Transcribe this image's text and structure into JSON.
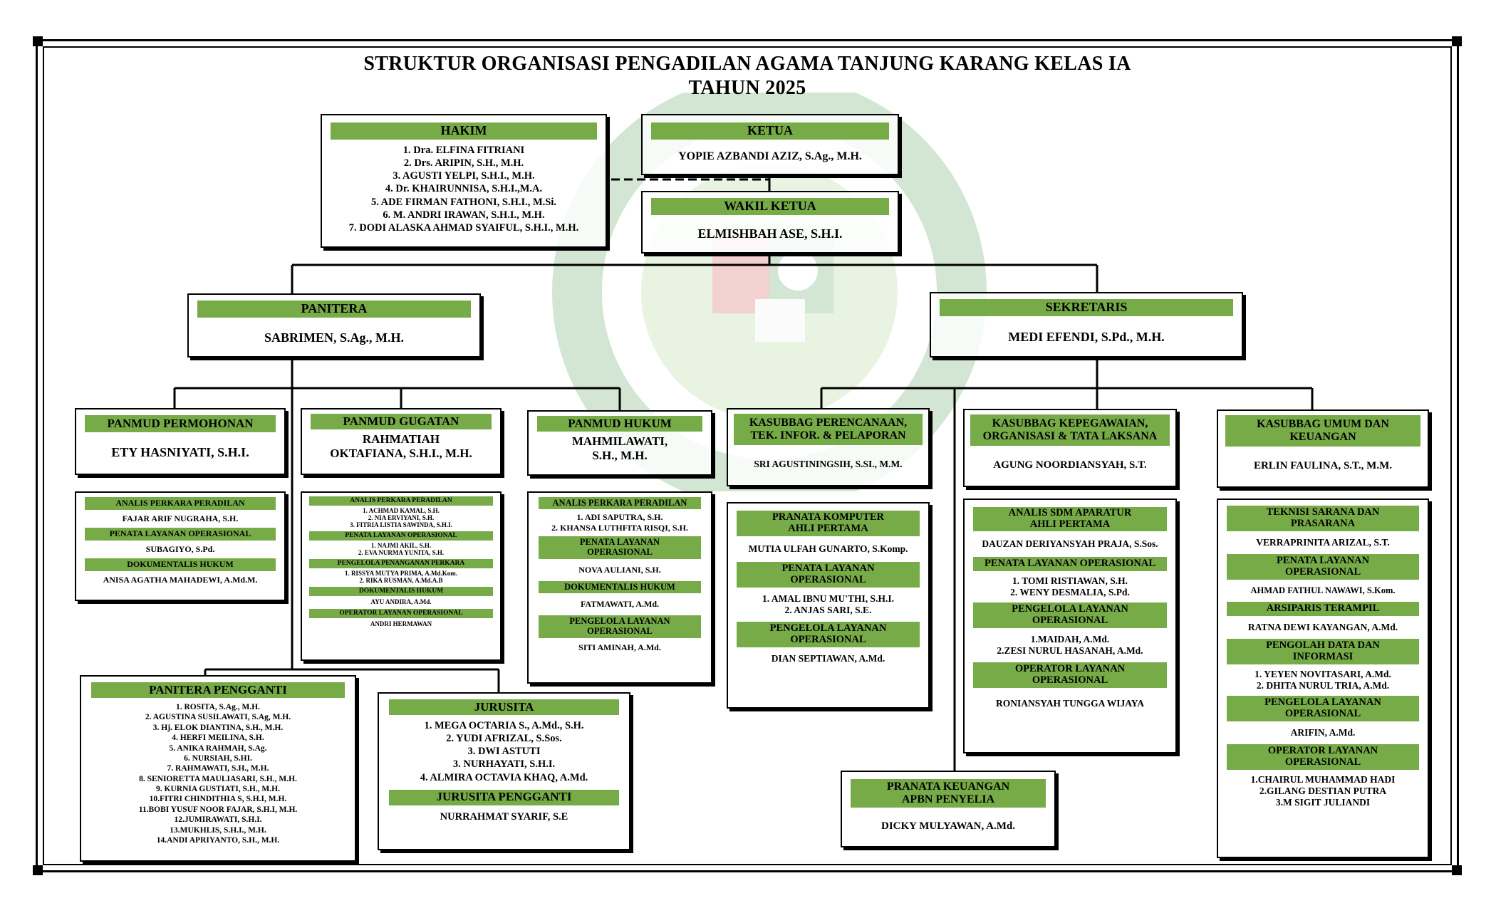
{
  "title": {
    "line1": "STRUKTUR ORGANISASI PENGADILAN AGAMA TANJUNG KARANG KELAS IA",
    "line2": "TAHUN 2025"
  },
  "colors": {
    "header_green": "#76ab48",
    "border": "#000000"
  },
  "hakim": {
    "header": "HAKIM",
    "members": [
      "1. Dra. ELFINA FITRIANI",
      "2. Drs. ARIPIN, S.H., M.H.",
      "3. AGUSTI YELPI, S.H.I., M.H.",
      "4. Dr. KHAIRUNNISA, S.H.I.,M.A.",
      "5. ADE FIRMAN FATHONI, S.H.I., M.Si.",
      "6. M. ANDRI IRAWAN, S.H.I., M.H.",
      "7. DODI ALASKA AHMAD SYAIFUL, S.H.I., M.H."
    ]
  },
  "ketua": {
    "header": "KETUA",
    "name": "YOPIE AZBANDI AZIZ, S.Ag., M.H."
  },
  "wakil_ketua": {
    "header": "WAKIL KETUA",
    "name": "ELMISHBAH ASE, S.H.I."
  },
  "panitera": {
    "header": "PANITERA",
    "name": "SABRIMEN, S.Ag., M.H."
  },
  "sekretaris": {
    "header": "SEKRETARIS",
    "name": "MEDI EFENDI, S.Pd., M.H."
  },
  "panmud_permohonan": {
    "header": "PANMUD PERMOHONAN",
    "name": "ETY HASNIYATI, S.H.I.",
    "staff": [
      {
        "label": "ANALIS PERKARA PERADILAN",
        "members": [
          "FAJAR ARIF NUGRAHA, S.H."
        ]
      },
      {
        "label": "PENATA LAYANAN OPERASIONAL",
        "members": [
          "SUBAGIYO, S.Pd."
        ]
      },
      {
        "label": "DOKUMENTALIS HUKUM",
        "members": [
          "ANISA AGATHA MAHADEWI, A.Md.M."
        ]
      }
    ]
  },
  "panmud_gugatan": {
    "header": "PANMUD GUGATAN",
    "name_line1": "RAHMATIAH",
    "name_line2": "OKTAFIANA, S.H.I., M.H.",
    "staff": [
      {
        "label": "ANALIS PERKARA PERADILAN",
        "members": [
          "1. ACHMAD KAMAL, S.H.",
          "2. NIA ERVIYANI, S.H.",
          "3. FITRIA LISTIA SAWINDA, S.H.I."
        ]
      },
      {
        "label": "PENATA LAYANAN OPERASIONAL",
        "members": [
          "1. NAJMI AKIL, S.H.",
          "2. EVA NURMA YUNITA, S.H."
        ]
      },
      {
        "label": "PENGELOLA PENANGANAN PERKARA",
        "members": [
          "1. RISSYA MUTYA PRIMA, A.Md.Kom.",
          "2. RIKA RUSMAN, A.Md.A.B"
        ]
      },
      {
        "label": "DOKUMENTALIS HUKUM",
        "members": [
          "AYU ANDIRA, A.Md."
        ]
      },
      {
        "label": "OPERATOR LAYANAN OPERASIONAL",
        "members": [
          "ANDRI HERMAWAN"
        ]
      }
    ]
  },
  "panmud_hukum": {
    "header": "PANMUD HUKUM",
    "name_line1": "MAHMILAWATI,",
    "name_line2": "S.H., M.H.",
    "staff": [
      {
        "label": "ANALIS PERKARA PERADILAN",
        "members": [
          "1. ADI SAPUTRA, S.H.",
          "2. KHANSA LUTHFITA RISQI, S.H."
        ]
      },
      {
        "label": "PENATA LAYANAN\nOPERASIONAL",
        "members": [
          "NOVA AULIANI, S.H."
        ]
      },
      {
        "label": "DOKUMENTALIS HUKUM",
        "members": [
          "FATMAWATI, A.Md."
        ]
      },
      {
        "label": "PENGELOLA LAYANAN\nOPERASIONAL",
        "members": [
          "SITI AMINAH, A.Md."
        ]
      }
    ]
  },
  "kasubbag_perencanaan": {
    "header": "KASUBBAG PERENCANAAN,\nTEK. INFOR. & PELAPORAN",
    "name": "SRI AGUSTININGSIH, S.SI., M.M.",
    "staff": [
      {
        "label": "PRANATA KOMPUTER\nAHLI PERTAMA",
        "members": [
          "MUTIA ULFAH GUNARTO, S.Komp."
        ]
      },
      {
        "label": "PENATA LAYANAN\nOPERASIONAL",
        "members": [
          "1.  AMAL IBNU MU'THI, S.H.I.",
          "2.  ANJAS SARI, S.E."
        ]
      },
      {
        "label": "PENGELOLA LAYANAN\nOPERASIONAL",
        "members": [
          "DIAN SEPTIAWAN, A.Md."
        ]
      }
    ]
  },
  "kasubbag_kepegawaian": {
    "header": "KASUBBAG KEPEGAWAIAN,\nORGANISASI & TATA LAKSANA",
    "name": "AGUNG NOORDIANSYAH, S.T.",
    "staff": [
      {
        "label": "ANALIS SDM APARATUR\nAHLI PERTAMA",
        "members": [
          "DAUZAN DERIYANSYAH PRAJA, S.Sos."
        ]
      },
      {
        "label": "PENATA LAYANAN OPERASIONAL",
        "members": [
          "1. TOMI RISTIAWAN, S.H.",
          "2. WENY DESMALIA, S.Pd."
        ]
      },
      {
        "label": "PENGELOLA LAYANAN\nOPERASIONAL",
        "members": [
          "1.MAIDAH, A.Md.",
          "2.ZESI NURUL HASANAH, A.Md."
        ]
      },
      {
        "label": "OPERATOR LAYANAN\nOPERASIONAL",
        "members": [
          "RONIANSYAH TUNGGA WIJAYA"
        ]
      }
    ]
  },
  "kasubbag_umum": {
    "header": "KASUBBAG UMUM DAN\nKEUANGAN",
    "name": "ERLIN FAULINA, S.T., M.M.",
    "staff": [
      {
        "label": "TEKNISI SARANA DAN\nPRASARANA",
        "members": [
          "VERRAPRINITA ARIZAL, S.T."
        ]
      },
      {
        "label": "PENATA LAYANAN\nOPERASIONAL",
        "members": [
          "AHMAD FATHUL NAWAWI, S.Kom."
        ]
      },
      {
        "label": "ARSIPARIS TERAMPIL",
        "members": [
          "RATNA DEWI KAYANGAN, A.Md."
        ]
      },
      {
        "label": "PENGOLAH DATA DAN\nINFORMASI",
        "members": [
          "1. YEYEN NOVITASARI, A.Md.",
          "2. DHITA NURUL TRIA, A.Md."
        ]
      },
      {
        "label": "PENGELOLA LAYANAN\nOPERASIONAL",
        "members": [
          "ARIFIN, A.Md."
        ]
      },
      {
        "label": "OPERATOR LAYANAN\nOPERASIONAL",
        "members": [
          "1.CHAIRUL MUHAMMAD HADI",
          "2.GILANG DESTIAN PUTRA",
          "3.M SIGIT JULIANDI"
        ]
      }
    ]
  },
  "panitera_pengganti": {
    "header": "PANITERA PENGGANTI",
    "members": [
      "1.  ROSITA, S.Ag., M.H.",
      "2.  AGUSTINA SUSILAWATI, S.Ag, M.H.",
      "3.  Hj. ELOK DIANTINA, S.H., M.H.",
      "4.  HERFI MEILINA, S.H.",
      "5.  ANIKA RAHMAH, S.Ag.",
      "6.  NURSIAH, S.HI.",
      "7.  RAHMAWATI, S.H., M.H.",
      "8.  SENIORETTA MAULIASARI, S.H., M.H.",
      "9.  KURNIA GUSTIATI, S.H., M.H.",
      "10.FITRI CHINDITHIA S, S.H.I, M.H.",
      "11.BOBI YUSUF NOOR FAJAR, S.H.I, M.H.",
      "12.JUMIRAWATI, S.H.I.",
      "13.MUKHLIS, S.H.I., M.H.",
      "14.ANDI APRIYANTO, S.H., M.H."
    ]
  },
  "jurusita": {
    "header": "JURUSITA",
    "members": [
      "1.  MEGA OCTARIA S., A.Md., S.H.",
      "2.  YUDI AFRIZAL, S.Sos.",
      "3.  DWI ASTUTI",
      "3.   NURHAYATI, S.H.I.",
      "4.  ALMIRA OCTAVIA KHAQ, A.Md."
    ],
    "pengganti_header": "JURUSITA PENGGANTI",
    "pengganti_name": "NURRAHMAT SYARIF, S.E"
  },
  "pranata_keuangan": {
    "header": "PRANATA KEUANGAN\nAPBN PENYELIA",
    "name": "DICKY MULYAWAN, A.Md."
  }
}
